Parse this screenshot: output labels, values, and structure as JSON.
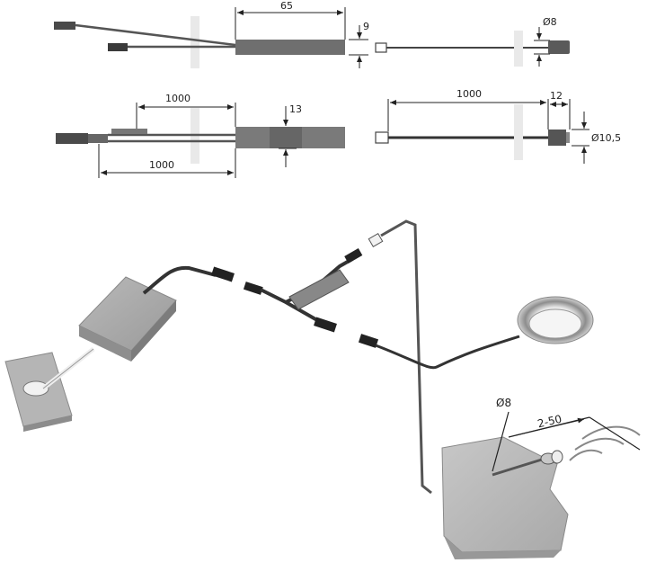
{
  "figure": {
    "top_view": {
      "sensor_lead": {
        "length": "65",
        "height": "9"
      },
      "sensor_head": {
        "diameter": "Ø8"
      },
      "driver_lead": {
        "cable_left": "1000",
        "cable_right": "1000",
        "height": "13"
      },
      "light_lead": {
        "cable": "1000",
        "head_length": "12",
        "diameter": "Ø10,5"
      }
    },
    "assembly": {
      "hole_diameter": "Ø8",
      "detection_range": "2-50"
    }
  }
}
